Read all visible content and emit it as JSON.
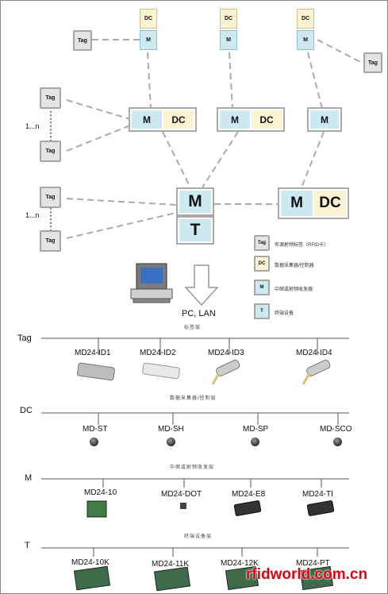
{
  "legend": {
    "tag": "Tag",
    "tag_desc": "有源射频标签（RFID卡）",
    "dc": "DC",
    "dc_desc": "数据采集器/控制器",
    "m": "M",
    "m_desc": "中继或射频收发器",
    "t": "T",
    "t_desc": "终端设备"
  },
  "network": {
    "dc": "DC",
    "m": "M",
    "t": "T",
    "tag": "Tag",
    "range": "1...n",
    "pc_lan": "PC, LAN"
  },
  "levels": [
    {
      "code": "Tag",
      "title": "标签层",
      "products": [
        "MD24-ID1",
        "MD24-ID2",
        "MD24-ID3",
        "MD24-ID4"
      ]
    },
    {
      "code": "DC",
      "title": "数据采集器/控制层",
      "products": [
        "MD-ST",
        "MD-SH",
        "MD-SP",
        "MD-SCO"
      ]
    },
    {
      "code": "M",
      "title": "中继或射频收发层",
      "products": [
        "MD24-10",
        "MD24-DOT",
        "MD24-E8",
        "MD24-TI"
      ]
    },
    {
      "code": "T",
      "title": "终端设备层",
      "products": [
        "MD24-10K",
        "MD24-11K",
        "MD24-12K",
        "MD24-PT"
      ]
    }
  ],
  "watermark": "rfidworld.com.cn",
  "colors": {
    "dc": "#fbf3d2",
    "m": "#cdeaf2",
    "tag": "#e4e4e4",
    "border": "#a6a6a6",
    "watermark": "#e60012"
  }
}
